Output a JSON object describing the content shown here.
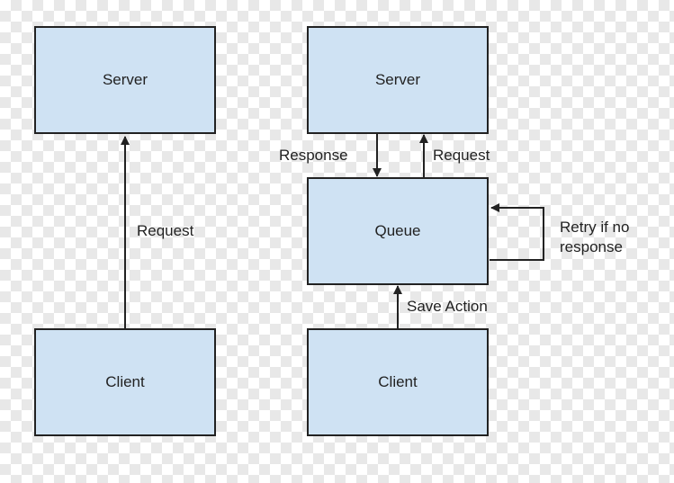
{
  "left": {
    "server_label": "Server",
    "client_label": "Client",
    "request_label": "Request"
  },
  "right": {
    "server_label": "Server",
    "queue_label": "Queue",
    "client_label": "Client",
    "response_label": "Response",
    "request_label": "Request",
    "retry_label_line1": "Retry if no",
    "retry_label_line2": "response",
    "save_action_label": "Save Action"
  },
  "colors": {
    "box_fill": "#cfe2f3",
    "stroke": "#222222"
  }
}
